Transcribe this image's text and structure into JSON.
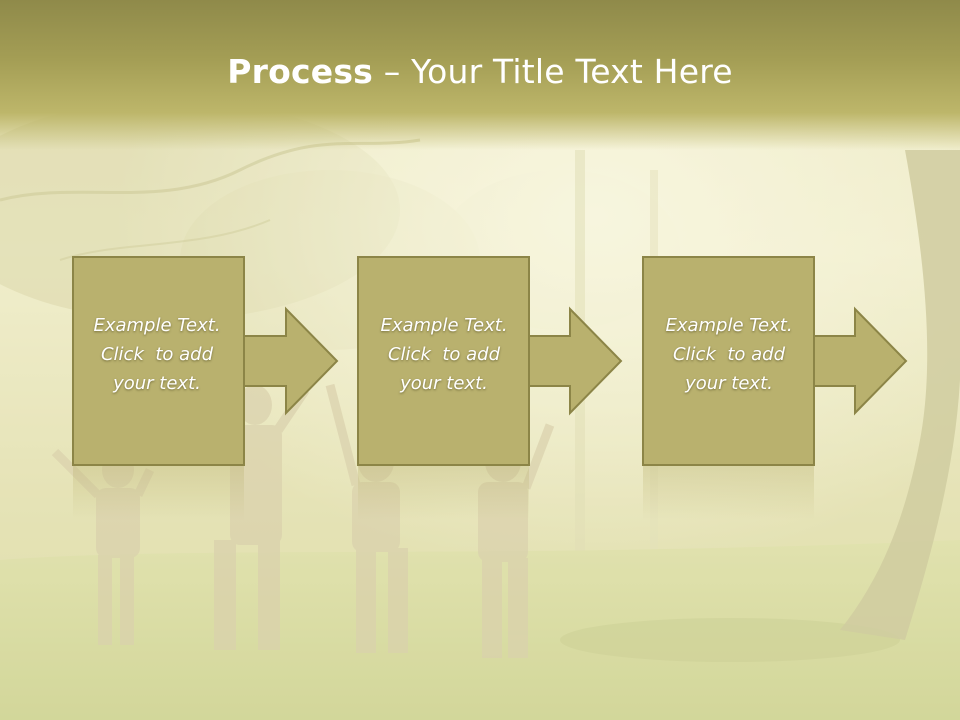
{
  "title": {
    "bold": "Process",
    "rest": " – Your Title Text Here"
  },
  "steps": [
    {
      "lines": [
        "Example Text.",
        "Click  to add",
        "your text."
      ]
    },
    {
      "lines": [
        "Example Text.",
        "Click  to add",
        "your text."
      ]
    },
    {
      "lines": [
        "Example Text.",
        "Click  to add",
        "your text."
      ]
    }
  ],
  "colors": {
    "box_fill": "#b9b16e",
    "box_stroke": "#8c8547",
    "title_band": "#a49e55"
  }
}
